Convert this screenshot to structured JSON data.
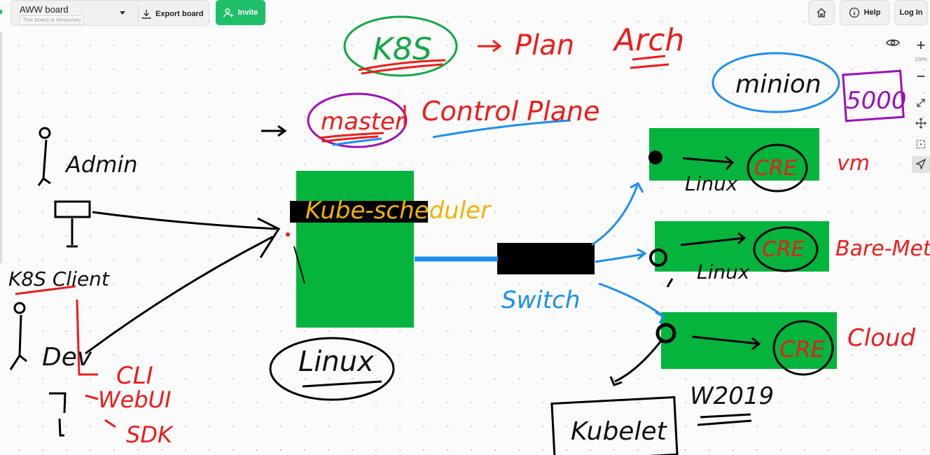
{
  "app": {
    "board_name": "AWW board",
    "board_note": "This board is temporary",
    "export_label": "Export board",
    "invite_label": "Invite",
    "help_label": "Help",
    "login_label": "Log In",
    "zoom_level": "100%"
  },
  "colors": {
    "accent": "#1fbf6a",
    "board_green": "#05b43d",
    "ink_black": "#111111",
    "ink_red": "#ee1b1b",
    "ink_blue": "#1b8ff0",
    "ink_green": "#10a844",
    "ink_purple": "#9b12b8",
    "ink_orange": "#f2b200"
  },
  "icons": [
    "chevron-down-icon",
    "download-icon",
    "add-user-icon",
    "home-icon",
    "info-icon",
    "eye-icon",
    "zoom-in-icon",
    "zoom-out-icon",
    "fit-screen-icon",
    "pan-icon",
    "select-area-icon",
    "pointer-icon"
  ],
  "sketch": {
    "k8s": "K8S",
    "plan": "Plan",
    "arch": "Arch",
    "master": "master",
    "control_plane": "Control Plane",
    "minion": "minion",
    "count": "5000",
    "admin": "Admin",
    "k8s_client": "K8S Client",
    "dev": "Dev",
    "cli": "CLI",
    "webui": "WebUI",
    "sdk": "SDK",
    "kube_scheduler": "Kube-scheduler",
    "linux_master": "Linux",
    "switch": "Switch",
    "linux1": "Linux",
    "linux2": "Linux",
    "cre1": "CRE",
    "cre2": "CRE",
    "cre3": "CRE",
    "vm": "vm",
    "bare_metal": "Bare-Metal",
    "cloud": "Cloud",
    "w2019": "W2019",
    "kubelet": "Kubelet"
  }
}
